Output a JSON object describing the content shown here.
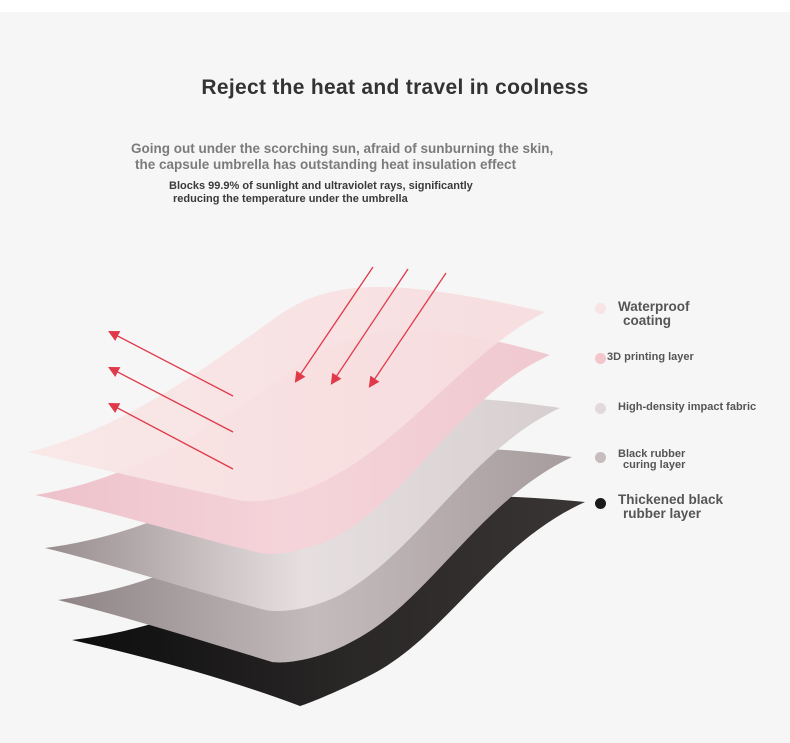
{
  "header": {
    "title": "Reject the heat and travel in coolness",
    "subtitle_line1": "Going out under the scorching sun, afraid of sunburning the skin,",
    "subtitle_line2": "the capsule umbrella has outstanding heat insulation effect",
    "note_line1": "Blocks 99.9% of sunlight and ultraviolet rays, significantly",
    "note_line2": "reducing the temperature under the umbrella"
  },
  "layers": [
    {
      "line1": "Waterproof",
      "line2": "coating",
      "color": "#f8e4e4"
    },
    {
      "line1": "3D printing layer",
      "line2": "",
      "color": "#f3c6cb"
    },
    {
      "line1": "High-density impact fabric",
      "line2": "",
      "color": "#e2d9da"
    },
    {
      "line1": "Black rubber",
      "line2": "curing layer",
      "color": "#c7bcbe"
    },
    {
      "line1": "Thickened black",
      "line2": "rubber layer",
      "color": "#1a1a1a"
    }
  ],
  "arrow_color": "#e0394a"
}
